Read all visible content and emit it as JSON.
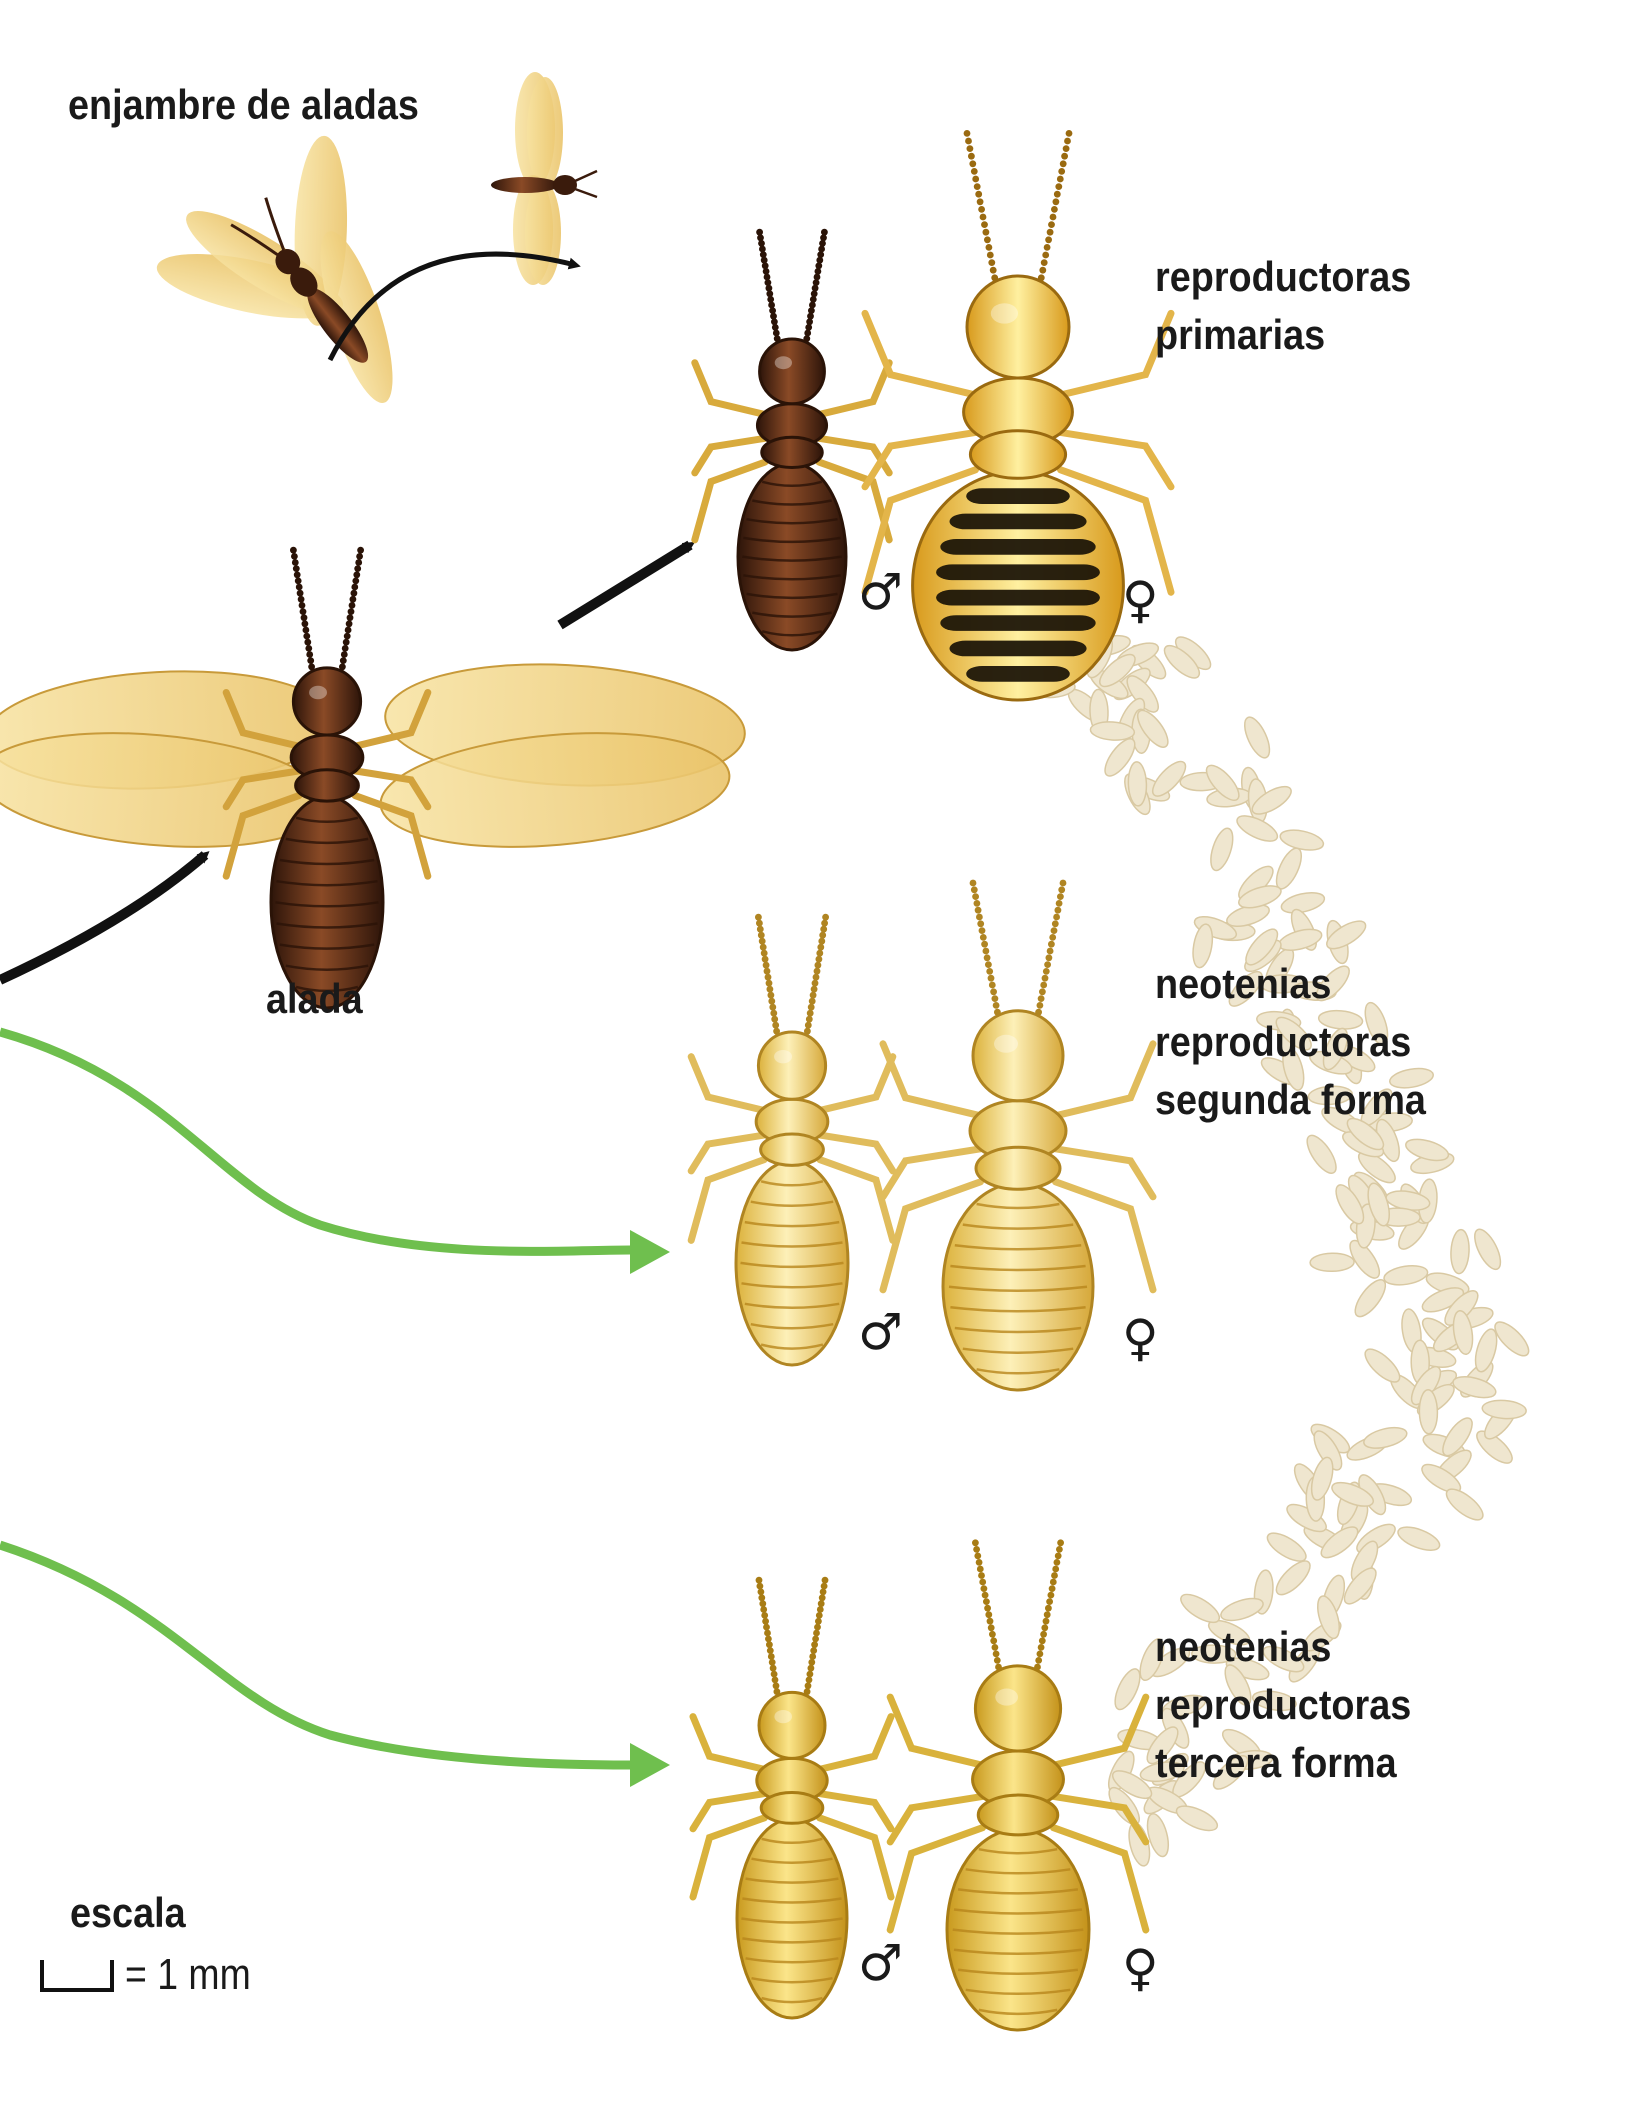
{
  "labels": {
    "swarm": "enjambre de aladas",
    "alate": "alada",
    "primary": [
      "reproductoras",
      "primarias"
    ],
    "secondary": [
      "neotenias",
      "reproductoras",
      "segunda forma"
    ],
    "tertiary": [
      "neotenias",
      "reproductoras",
      "tercera forma"
    ],
    "scale_title": "escala",
    "scale_value": "= 1 mm"
  },
  "symbols": {
    "male": "♂",
    "female": "♀"
  },
  "colors": {
    "dark_body": "#4a2412",
    "gold_body": "#e8bf3a",
    "wing": "#f2d27a",
    "black_arrow": "#111111",
    "green_arrow": "#6fbf4e",
    "eggs": "#ece2c8"
  }
}
